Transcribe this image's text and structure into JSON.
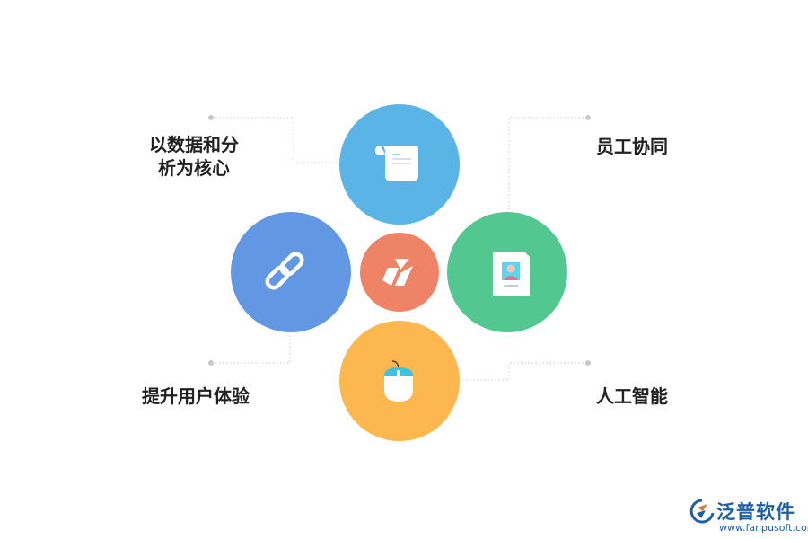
{
  "labels": {
    "top_left_line1": "以数据和分",
    "top_left_line2": "析为核心",
    "top_right": "员工协同",
    "bottom_left": "提升用户体验",
    "bottom_right": "人工智能"
  },
  "circles": {
    "top": {
      "color": "#5ab4e5",
      "icon": "scroll-icon"
    },
    "left": {
      "color": "#6297e4",
      "icon": "chain-link-icon"
    },
    "right": {
      "color": "#52c78f",
      "icon": "id-document-icon"
    },
    "bottom": {
      "color": "#fdb74f",
      "icon": "mouse-icon"
    },
    "center": {
      "color": "#ef8366",
      "icon": "brand-logo-icon"
    }
  },
  "connector_color": "#c8c8c8",
  "watermark": {
    "brand": "泛普软件",
    "url": "www.fanpusoft.com",
    "color": "#1e5fa8"
  }
}
